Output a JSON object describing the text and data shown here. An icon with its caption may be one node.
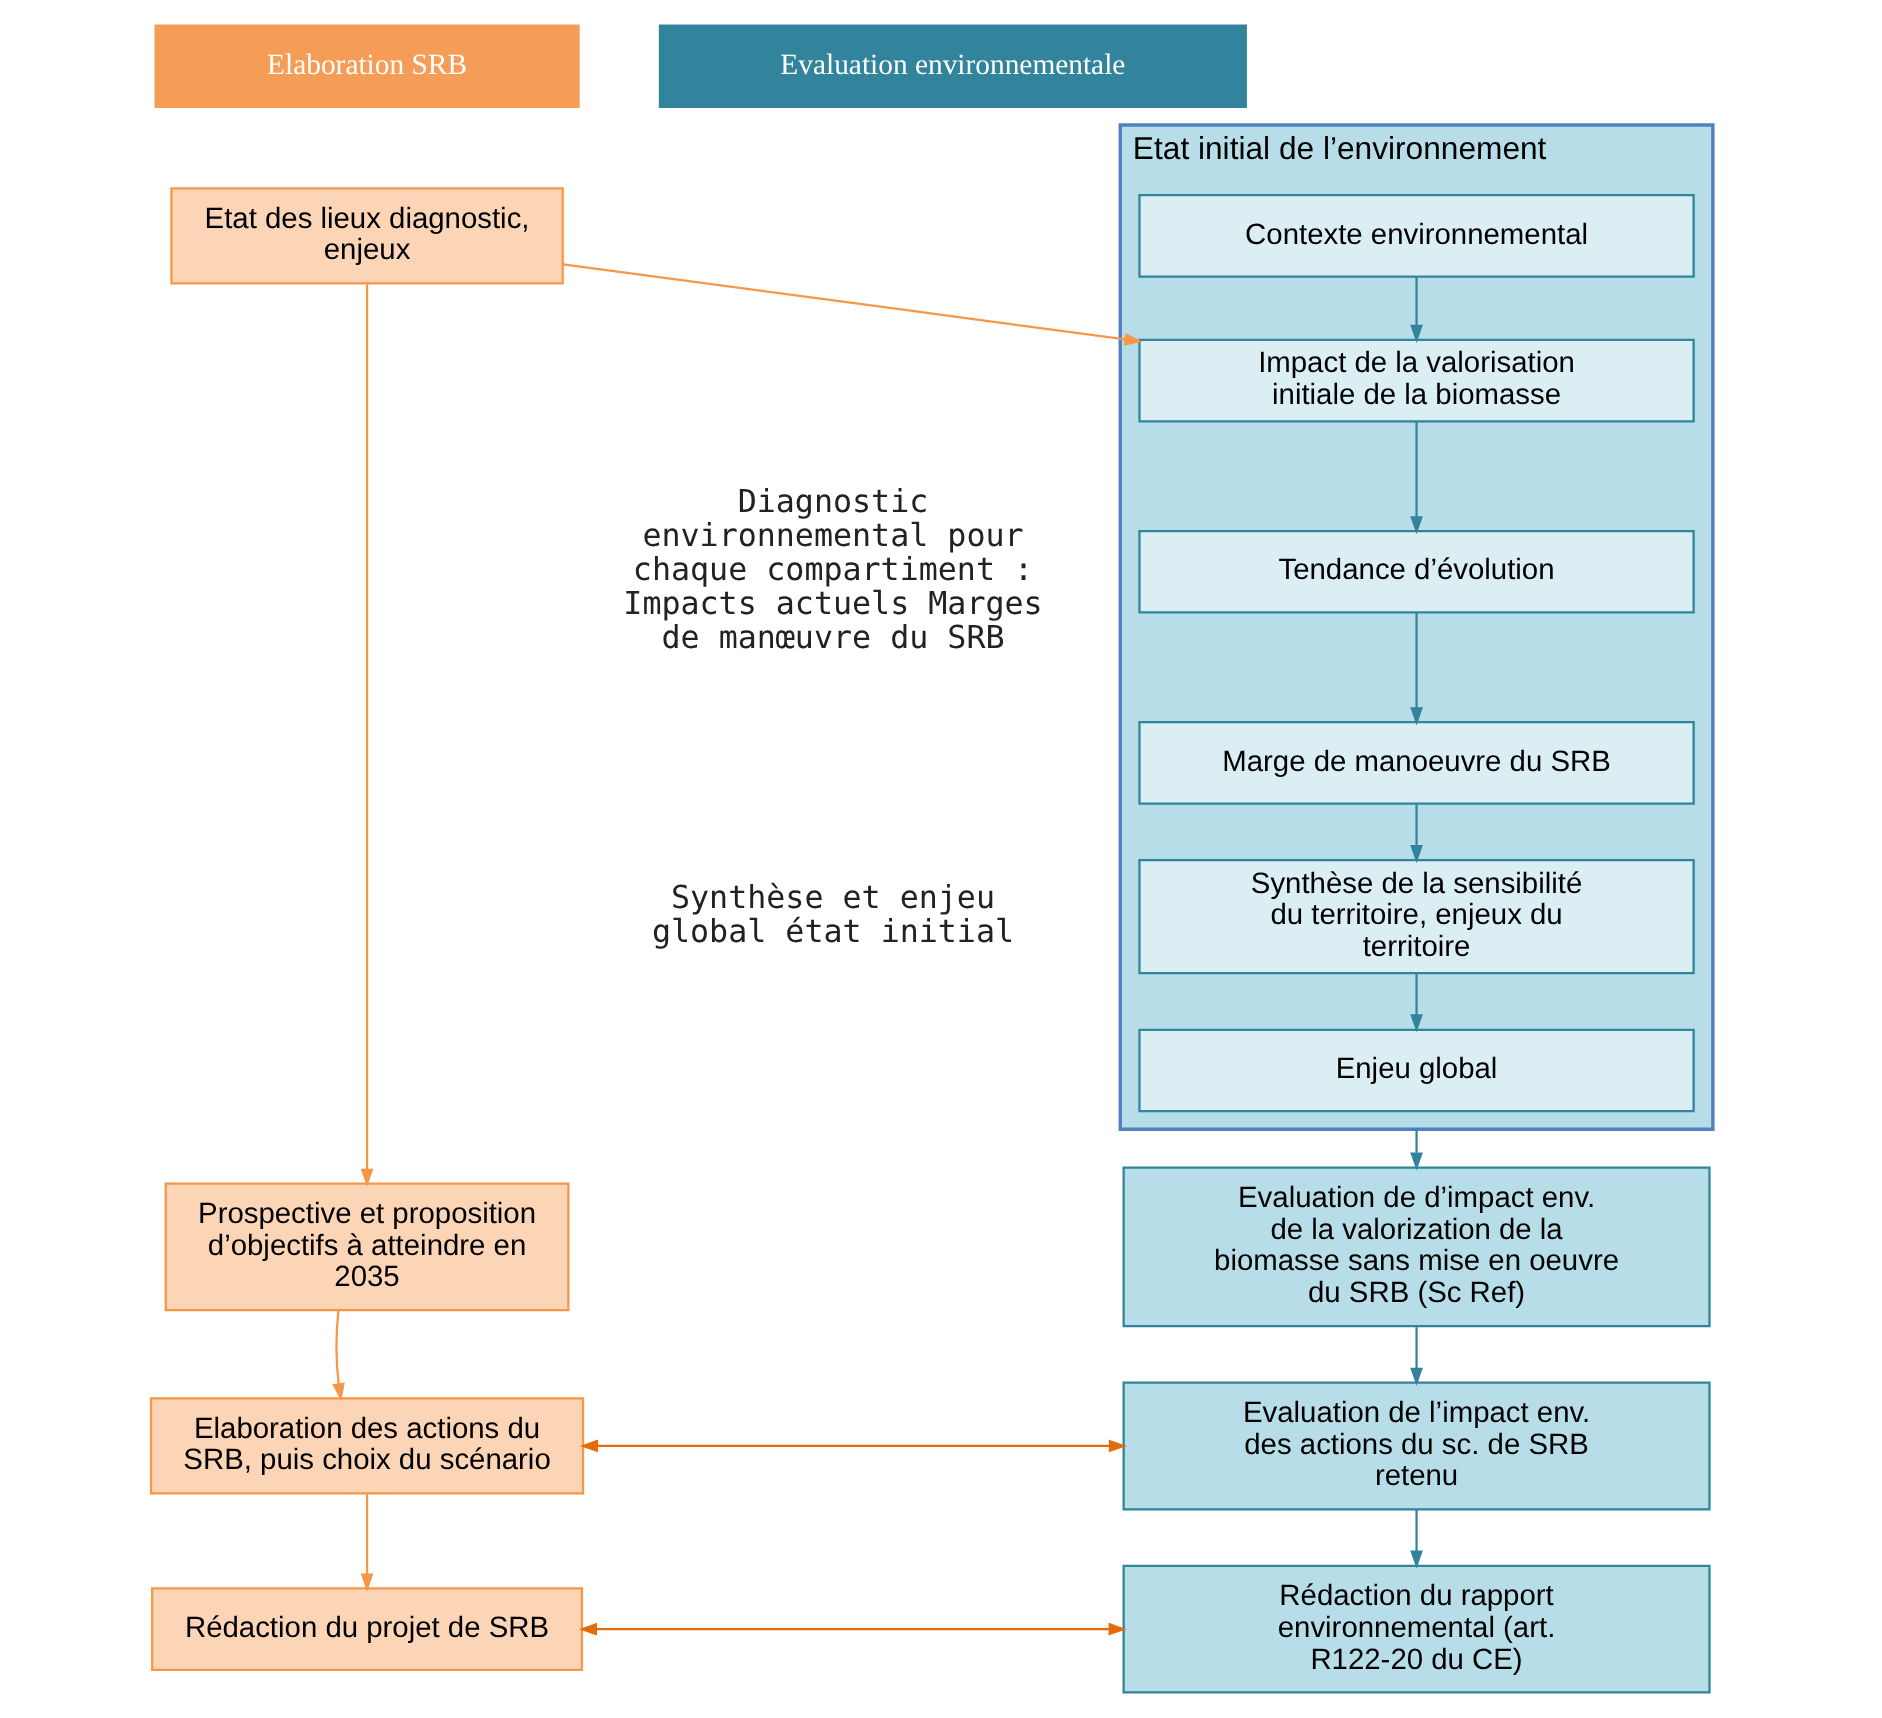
{
  "diagram": {
    "nodes": [
      {
        "text": [
          "Elaboration SRB"
        ]
      },
      {
        "text": [
          "Evaluation environnementale"
        ]
      },
      {
        "text": [
          "Etat des lieux diagnostic, enjeux"
        ]
      },
      {
        "text": [
          "Prospective et proposition d’objectifs à atteindre en 2035"
        ]
      },
      {
        "text": [
          "Elaboration des actions du SRB, puis choix du scénario"
        ]
      },
      {
        "text": [
          "Rédaction du projet de SRB"
        ]
      },
      {
        "text": [
          "Etat initial de l’environnement"
        ]
      },
      {
        "text": [
          "Contexte environnemental"
        ],
        "in": 6
      },
      {
        "text": [
          "Impact de la valorisation initiale de la biomasse"
        ],
        "in": 6
      },
      {
        "text": [
          "Tendance d’évolution"
        ],
        "in": 6
      },
      {
        "text": [
          "Marge de manoeuvre du SRB"
        ],
        "in": 6
      },
      {
        "text": [
          "Synthèse de la sensibilité du territoire, enjeux du territoire"
        ],
        "in": 6
      },
      {
        "text": [
          "Enjeu global"
        ],
        "in": 6
      },
      {
        "text": [
          "Evaluation de d’impact env. de la valorization de la biomasse sans mise en oeuvre du SRB (Sc Ref)"
        ]
      },
      {
        "text": [
          "Evaluation de l’impact env. des actions du sc. de SRB retenu"
        ]
      },
      {
        "text": [
          "Rédaction du rapport environnemental (art. R122-20 du CE)"
        ]
      }
    ],
    "edges": [
      {
        "from": 2,
        "to": 3,
        "arrow": "to",
        "color": "#f79646"
      },
      {
        "from": 2,
        "to": 8,
        "arrow": "to",
        "color": "#f79646"
      },
      {
        "from": 3,
        "to": 4,
        "arrow": "to",
        "color": "#f79646"
      },
      {
        "from": 4,
        "to": 5,
        "arrow": "to",
        "color": "#f79646"
      },
      {
        "from": 7,
        "to": 8,
        "arrow": "to"
      },
      {
        "from": 8,
        "to": 9,
        "arrow": "to"
      },
      {
        "from": 9,
        "to": 10,
        "arrow": "to"
      },
      {
        "from": 10,
        "to": 11,
        "arrow": "to"
      },
      {
        "from": 11,
        "to": 12,
        "arrow": "to"
      },
      {
        "from": 6,
        "to": 13,
        "arrow": "to"
      },
      {
        "from": 13,
        "to": 14,
        "arrow": "to"
      },
      {
        "from": 4,
        "to": 14,
        "arrow": "both",
        "color": "#e46c0a"
      },
      {
        "from": 14,
        "to": 15,
        "arrow": "to"
      },
      {
        "from": 5,
        "to": 15,
        "arrow": "both",
        "color": "#e46c0a"
      }
    ],
    "labels": [
      "Diagnostic environnemental pour chaque compartiment : Impacts actuels Marges de manœuvre du SRB",
      "Synthèse et enjeu global état initial"
    ]
  }
}
